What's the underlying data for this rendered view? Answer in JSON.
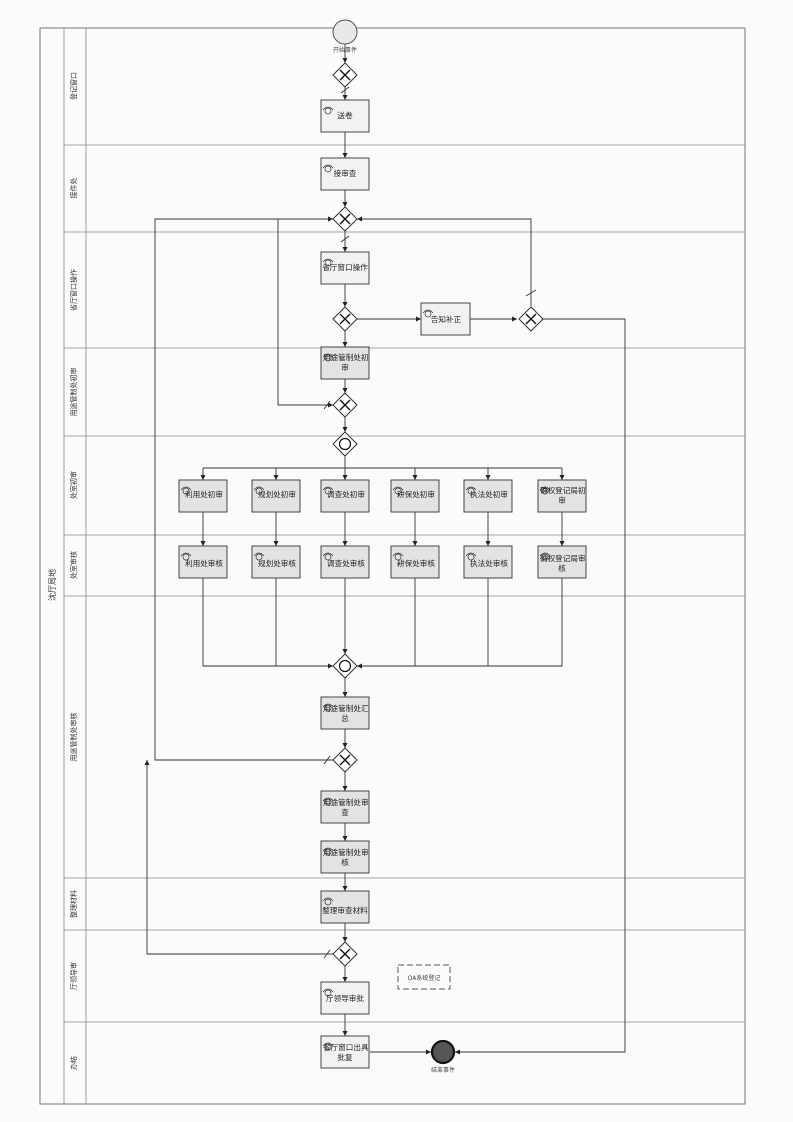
{
  "pool": {
    "title": "沈厅局地"
  },
  "lanes": [
    {
      "id": "lane1",
      "label": "登记窗口"
    },
    {
      "id": "lane2",
      "label": "接件处"
    },
    {
      "id": "lane3",
      "label": "省厅窗口操作"
    },
    {
      "id": "lane4",
      "label": "用途管制处初审"
    },
    {
      "id": "lane5",
      "label": "处室初审"
    },
    {
      "id": "lane6",
      "label": "处室审核"
    },
    {
      "id": "lane7",
      "label": "用途管制处审核"
    },
    {
      "id": "lane8",
      "label": "整理材料"
    },
    {
      "id": "lane9",
      "label": "厅领导审"
    },
    {
      "id": "lane10",
      "label": "办结"
    }
  ],
  "start_label": "开始事件",
  "end_label": "结束事件",
  "tasks": {
    "t_submit": "送卷",
    "t_accept": "接审查",
    "t_window": "省厅窗口操作",
    "t_supplement": "告知补正",
    "t_ytgz_first": [
      "用途管制处初",
      "审"
    ],
    "t_ly_first": "利用处初审",
    "t_gh_first": "规划处初审",
    "t_dc_first": "调查处初审",
    "t_gb_first": "耕保处初审",
    "t_zf_first": "执法处初审",
    "t_qs_first": [
      "确权登记局初",
      "审"
    ],
    "t_ly_rev": "利用处审核",
    "t_gh_rev": "规划处审核",
    "t_dc_rev": "调查处审核",
    "t_gb_rev": "耕保处审核",
    "t_zf_rev": "执法处审核",
    "t_qs_rev": [
      "确权登记局审",
      "核"
    ],
    "t_summary": [
      "用途管制处汇",
      "总"
    ],
    "t_ytgz_review": [
      "用途管制处审",
      "查"
    ],
    "t_ytgz_check": [
      "用途管制处审",
      "核"
    ],
    "t_organize": "整理审查材料",
    "t_leader": "厅领导审批",
    "t_reply": [
      "省厅窗口出具",
      "批复"
    ]
  },
  "annotation": "OA系统登记"
}
